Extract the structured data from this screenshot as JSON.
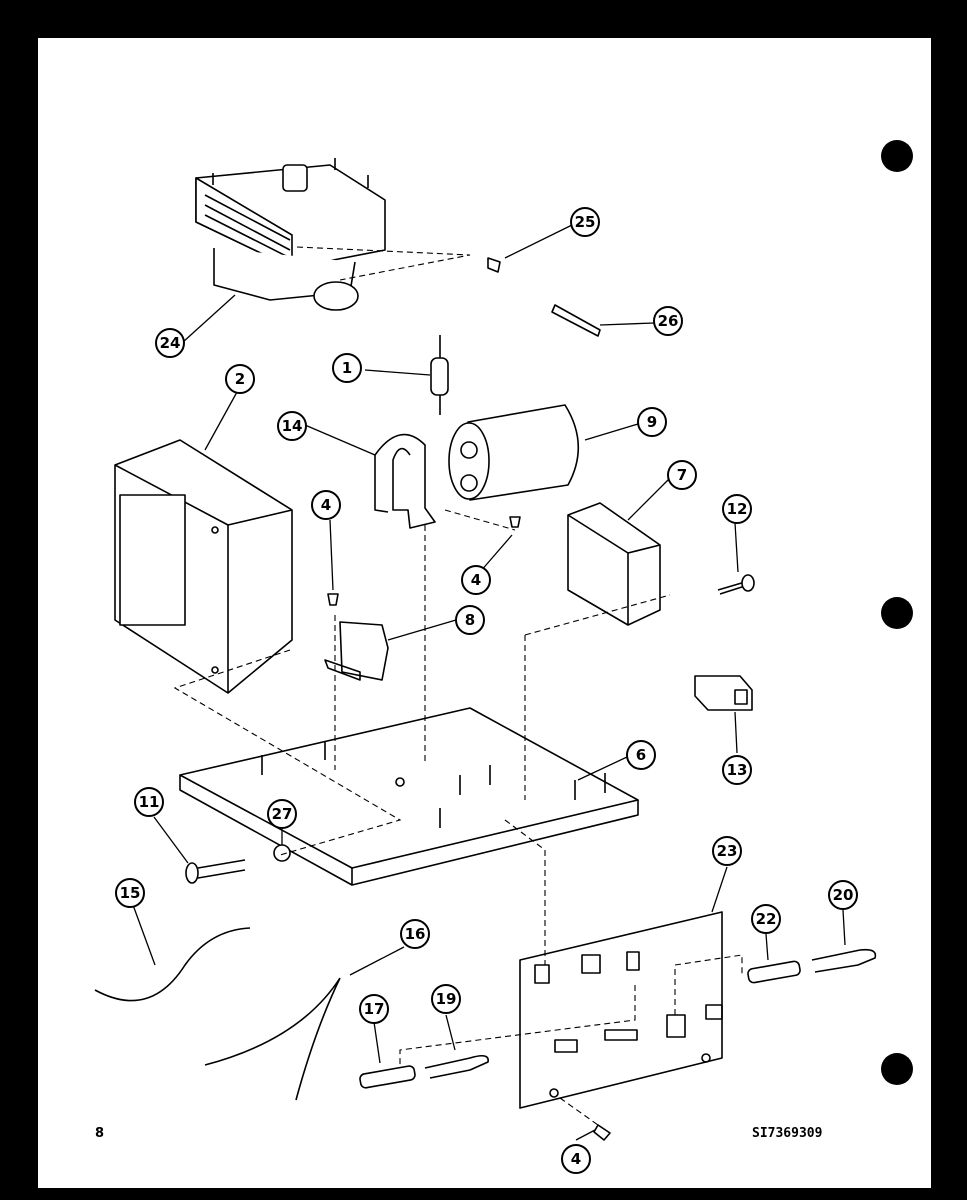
{
  "page_number": "8",
  "drawing_id": "SI7369309",
  "callouts": [
    "24",
    "25",
    "26",
    "1",
    "2",
    "14",
    "9",
    "7",
    "12",
    "4",
    "4",
    "8",
    "6",
    "13",
    "11",
    "27",
    "15",
    "16",
    "17",
    "19",
    "23",
    "22",
    "20",
    "4"
  ],
  "colors": {
    "ink": "#000000",
    "paper": "#ffffff"
  }
}
